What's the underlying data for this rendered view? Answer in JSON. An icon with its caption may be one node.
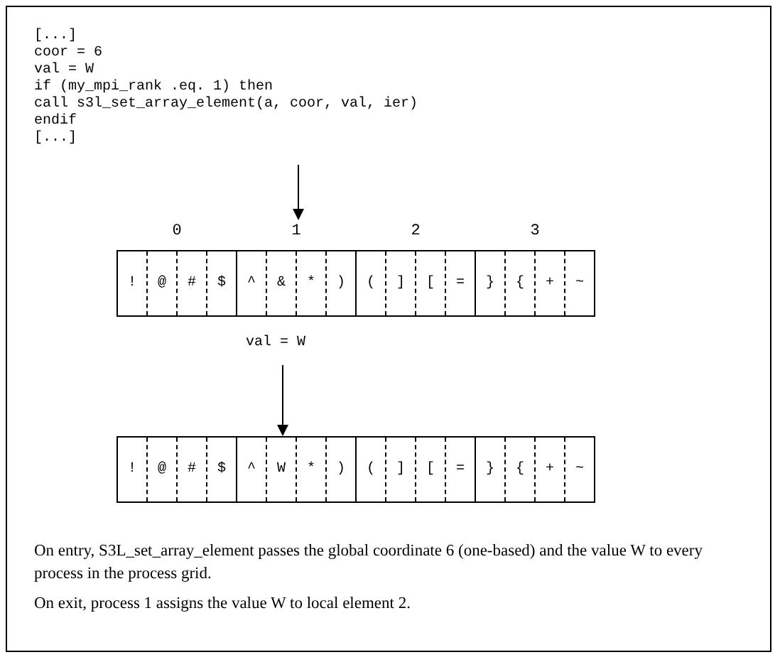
{
  "diagram": {
    "nodes": [
      {
        "text": [
          "[...]",
          "coor = 6",
          "val = W",
          "if (my_mpi_rank .eq. 1) then",
          "call s3l_set_array_element(a, coor, val, ier)",
          "endif",
          "[...]"
        ]
      },
      {
        "text": [],
        "shape": "box"
      },
      {
        "text": [
          "0"
        ],
        "in": 1
      },
      {
        "text": [
          "1"
        ],
        "in": 1
      },
      {
        "text": [
          "2"
        ],
        "in": 1
      },
      {
        "text": [
          "3"
        ],
        "in": 1
      },
      {
        "text": [
          "!"
        ],
        "in": 2
      },
      {
        "text": [
          "@"
        ],
        "in": 2
      },
      {
        "text": [
          "#"
        ],
        "in": 2
      },
      {
        "text": [
          "$"
        ],
        "in": 2
      },
      {
        "text": [
          "^"
        ],
        "in": 3
      },
      {
        "text": [
          "&"
        ],
        "in": 3
      },
      {
        "text": [
          "*"
        ],
        "in": 3
      },
      {
        "text": [
          ")"
        ],
        "in": 3
      },
      {
        "text": [
          "("
        ],
        "in": 4
      },
      {
        "text": [
          "]"
        ],
        "in": 4
      },
      {
        "text": [
          "["
        ],
        "in": 4
      },
      {
        "text": [
          "="
        ],
        "in": 4
      },
      {
        "text": [
          "}"
        ],
        "in": 5
      },
      {
        "text": [
          "{"
        ],
        "in": 5
      },
      {
        "text": [
          "+"
        ],
        "in": 5
      },
      {
        "text": [
          "~"
        ],
        "in": 5
      },
      {
        "text": [
          "val = W"
        ]
      },
      {
        "text": [],
        "shape": "box"
      },
      {
        "text": [],
        "shape": "box",
        "in": 23
      },
      {
        "text": [],
        "shape": "box",
        "in": 23
      },
      {
        "text": [],
        "shape": "box",
        "in": 23
      },
      {
        "text": [],
        "shape": "box",
        "in": 23
      },
      {
        "text": [
          "!"
        ],
        "in": 24
      },
      {
        "text": [
          "@"
        ],
        "in": 24
      },
      {
        "text": [
          "#"
        ],
        "in": 24
      },
      {
        "text": [
          "$"
        ],
        "in": 24
      },
      {
        "text": [
          "^"
        ],
        "in": 25
      },
      {
        "text": [
          "W"
        ],
        "in": 25
      },
      {
        "text": [
          "*"
        ],
        "in": 25
      },
      {
        "text": [
          ")"
        ],
        "in": 25
      },
      {
        "text": [
          "("
        ],
        "in": 26
      },
      {
        "text": [
          "]"
        ],
        "in": 26
      },
      {
        "text": [
          "["
        ],
        "in": 26
      },
      {
        "text": [
          "="
        ],
        "in": 26
      },
      {
        "text": [
          "}"
        ],
        "in": 27
      },
      {
        "text": [
          "{"
        ],
        "in": 27
      },
      {
        "text": [
          "+"
        ],
        "in": 27
      },
      {
        "text": [
          "~"
        ],
        "in": 27
      }
    ],
    "edges": [
      {
        "from": 0,
        "to": 3,
        "arrow": "to"
      },
      {
        "from": 22,
        "to": 23,
        "arrow": "to"
      }
    ],
    "labels": [
      "On entry, S3L_set_array_element passes the global coordinate 6 (one-based) and the value W to every process in the process grid.",
      "On exit, process 1 assigns the value W to local element 2."
    ]
  }
}
